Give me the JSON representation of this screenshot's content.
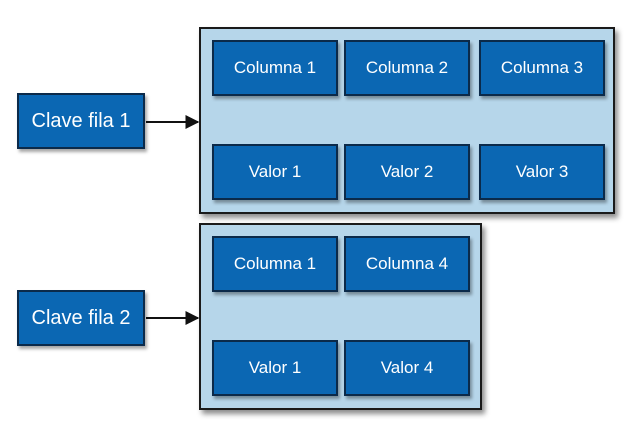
{
  "row_keys": [
    {
      "label": "Clave fila 1"
    },
    {
      "label": "Clave fila 2"
    }
  ],
  "rows": [
    {
      "cells": [
        {
          "column": "Columna 1",
          "value": "Valor 1"
        },
        {
          "column": "Columna 2",
          "value": "Valor 2"
        },
        {
          "column": "Columna 3",
          "value": "Valor 3"
        }
      ]
    },
    {
      "cells": [
        {
          "column": "Columna 1",
          "value": "Valor 1"
        },
        {
          "column": "Columna 4",
          "value": "Valor 4"
        }
      ]
    }
  ],
  "colors": {
    "box_fill": "#0b67b3",
    "group_fill": "#b6d6ea",
    "border": "#0b2a4a",
    "arrow": "#111111"
  }
}
